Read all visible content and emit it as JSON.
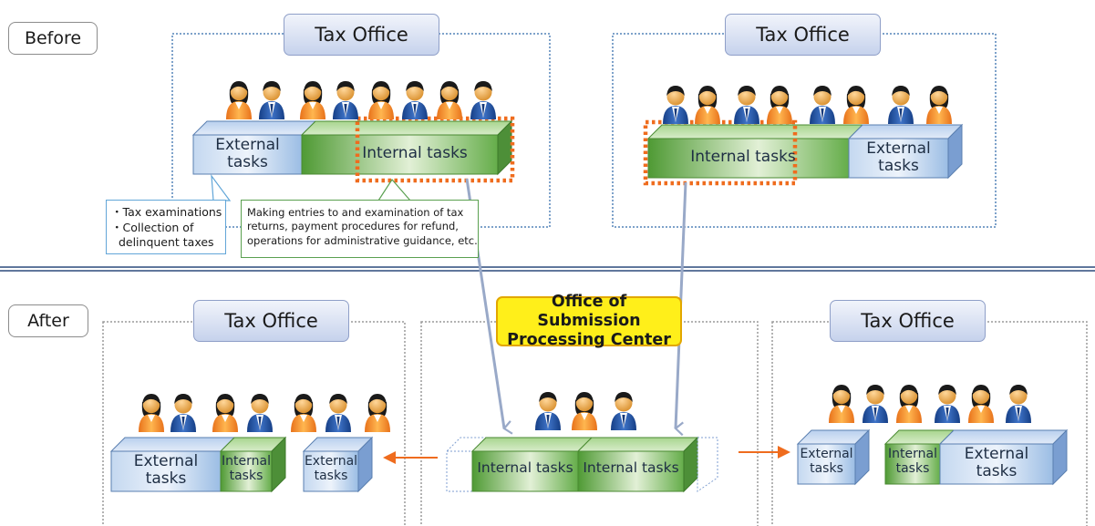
{
  "stages": {
    "before": "Before",
    "after": "After"
  },
  "office_label": "Tax Office",
  "center_label": {
    "line1": "Office of Submission",
    "line2": "Processing Center"
  },
  "tasks": {
    "internal": "Internal tasks",
    "internal_short": {
      "line1": "Internal",
      "line2": "tasks"
    },
    "external": {
      "line1": "External",
      "line2": "tasks"
    }
  },
  "callouts": {
    "external_tasks": [
      "・Tax examinations",
      "・Collection of",
      "  delinquent taxes"
    ],
    "internal_tasks": [
      "Making entries to and examination of tax",
      "returns, payment procedures for refund,",
      "operations for administrative guidance, etc."
    ]
  },
  "colors": {
    "internal_block": "#84c16a",
    "external_block": "#a9c6e8",
    "highlight_dots": "#ef6c1e",
    "flow_arrow": "#99a9c8",
    "transfer_arrow": "#ef6c1e",
    "center_label_fill": "#ffef1a"
  },
  "icons": {
    "person": "person-icon",
    "arrow": "arrow-icon"
  }
}
